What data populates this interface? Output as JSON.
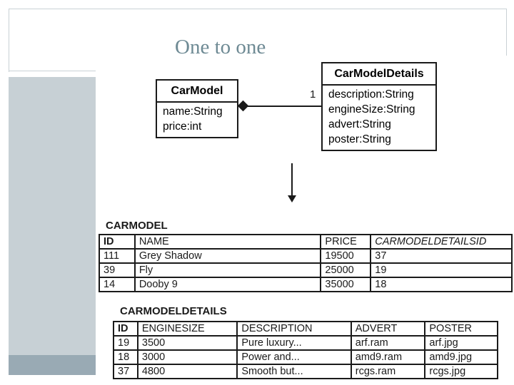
{
  "slide": {
    "title": "One to one",
    "colors": {
      "title": "#6e8a94",
      "side_panel": "#c7d0d5",
      "side_strip": "#99aab4"
    }
  },
  "uml": {
    "car_model": {
      "name": "CarModel",
      "attributes": [
        "name:String",
        "price:int"
      ]
    },
    "car_model_details": {
      "name": "CarModelDetails",
      "attributes": [
        "description:String",
        "engineSize:String",
        "advert:String",
        "poster:String"
      ]
    },
    "association": {
      "multiplicity": "1",
      "aggregation": "composition"
    }
  },
  "tables": {
    "carmodel": {
      "name": "CARMODEL",
      "columns": [
        "ID",
        "NAME",
        "PRICE",
        "CARMODELDETAILSID"
      ],
      "rows": [
        [
          "111",
          "Grey Shadow",
          "19500",
          "37"
        ],
        [
          "39",
          "Fly",
          "25000",
          "19"
        ],
        [
          "14",
          "Dooby 9",
          "35000",
          "18"
        ]
      ]
    },
    "carmodeldetails": {
      "name": "CARMODELDETAILS",
      "columns": [
        "ID",
        "ENGINESIZE",
        "DESCRIPTION",
        "ADVERT",
        "POSTER"
      ],
      "rows": [
        [
          "19",
          "3500",
          "Pure luxury...",
          "arf.ram",
          "arf.jpg"
        ],
        [
          "18",
          "3000",
          "Power and...",
          "amd9.ram",
          "amd9.jpg"
        ],
        [
          "37",
          "4800",
          "Smooth but...",
          "rcgs.ram",
          "rcgs.jpg"
        ]
      ]
    }
  }
}
